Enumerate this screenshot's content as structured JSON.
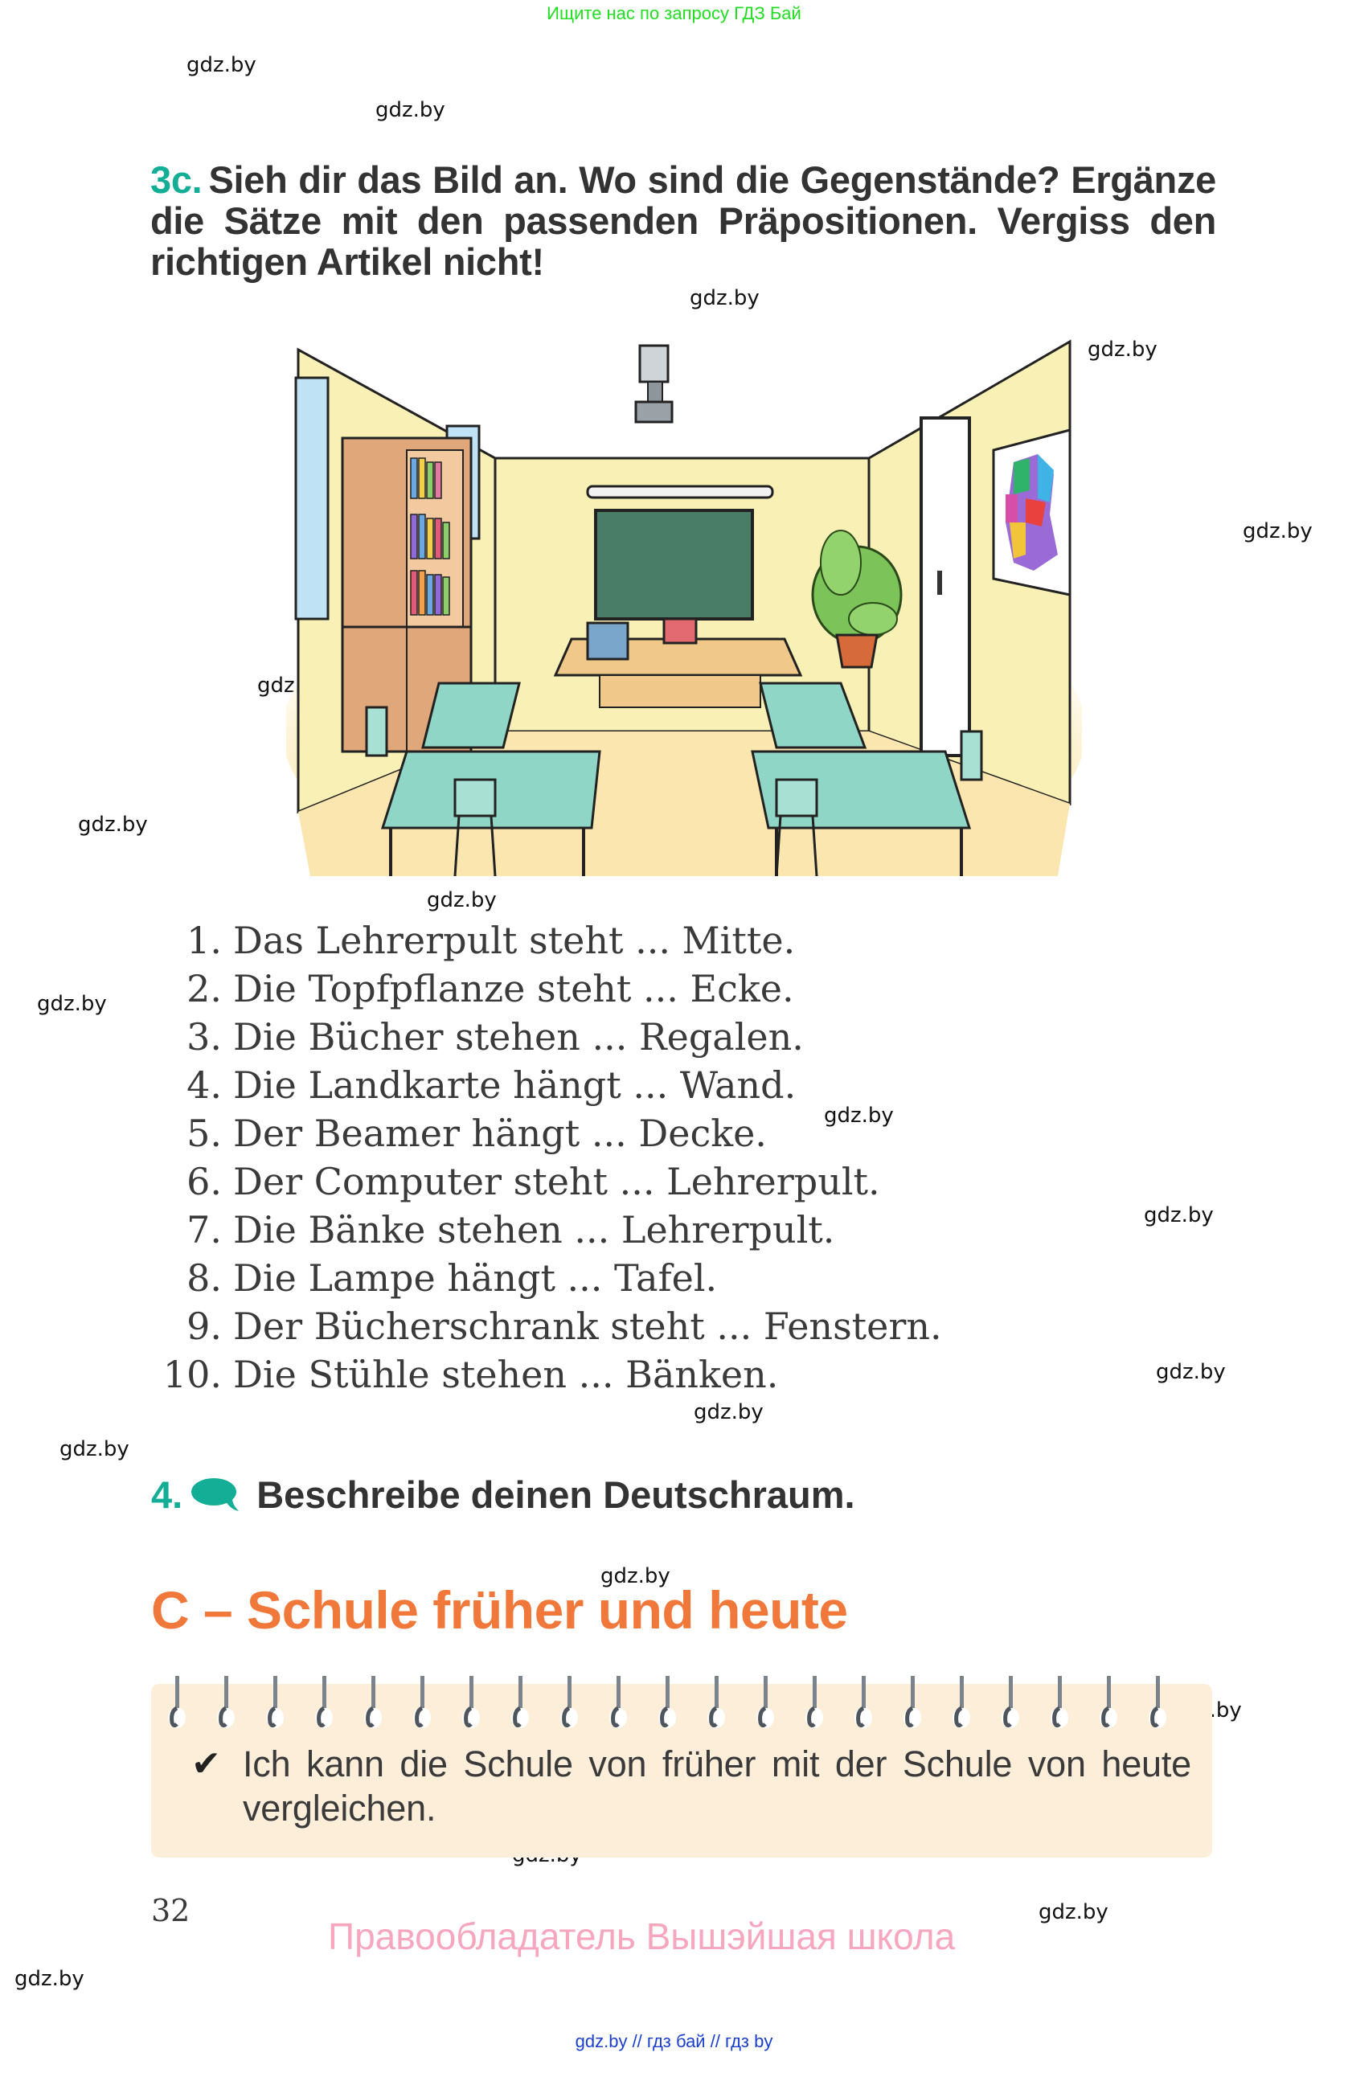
{
  "top_banner": "Ищите нас по запросу ГДЗ Бай",
  "task3c": {
    "number": "3c.",
    "instruction": "Sieh dir das Bild an. Wo sind die Gegenstände? Ergänze die Sätze mit den passenden Präpositionen. Vergiss den richtigen Artikel nicht!"
  },
  "illustration": {
    "description": "Klassenzimmer: Bücherschrank, Fenster, Beamer an der Decke, Lampe, Tafel, Lehrerpult mit Computer, Topfpflanze, Tür, Landkarte an der Wand, Bänke und Stühle",
    "colors": {
      "wall": "#f8f0b4",
      "floor": "#fbe6b0",
      "board": "#4a7d68",
      "desks": "#8fd6c6",
      "cabinet": "#e0a77a"
    }
  },
  "sentences": [
    {
      "num": "1.",
      "text": "Das Lehrerpult steht ... Mitte."
    },
    {
      "num": "2.",
      "text": "Die Topfpflanze steht ... Ecke."
    },
    {
      "num": "3.",
      "text": "Die Bücher stehen ... Regalen."
    },
    {
      "num": "4.",
      "text": "Die Landkarte hängt ... Wand."
    },
    {
      "num": "5.",
      "text": "Der Beamer hängt ... Decke."
    },
    {
      "num": "6.",
      "text": "Der Computer steht ... Lehrerpult."
    },
    {
      "num": "7.",
      "text": "Die Bänke stehen ... Lehrerpult."
    },
    {
      "num": "8.",
      "text": "Die Lampe hängt ... Tafel."
    },
    {
      "num": "9.",
      "text": "Der Bücherschrank steht ... Fenstern."
    },
    {
      "num": "10.",
      "text": "Die Stühle stehen ... Bänken."
    }
  ],
  "task4": {
    "number": "4.",
    "icon": "speech-bubble-icon",
    "instruction": "Beschreibe deinen Deutschraum."
  },
  "section": {
    "title": "C – Schule früher und heute"
  },
  "goal_box": {
    "icon": "checkmark-icon",
    "check": "✔",
    "text": "Ich kann die Schule von früher mit der Schule von heute vergleichen.",
    "ring_count": 21
  },
  "page_number": "32",
  "copyright": "Правообладатель Вышэйшая школа",
  "footer_links": "gdz.by  //  гдз бай  //  гдз by",
  "watermark_text": "gdz.by",
  "colors": {
    "accent_teal": "#14ad95",
    "section_orange": "#f0783a",
    "goal_bg": "#fdeeda",
    "banner_green": "#22dd22",
    "copyright_pink": "#f6a6be",
    "footer_blue": "#1a3fcf"
  }
}
